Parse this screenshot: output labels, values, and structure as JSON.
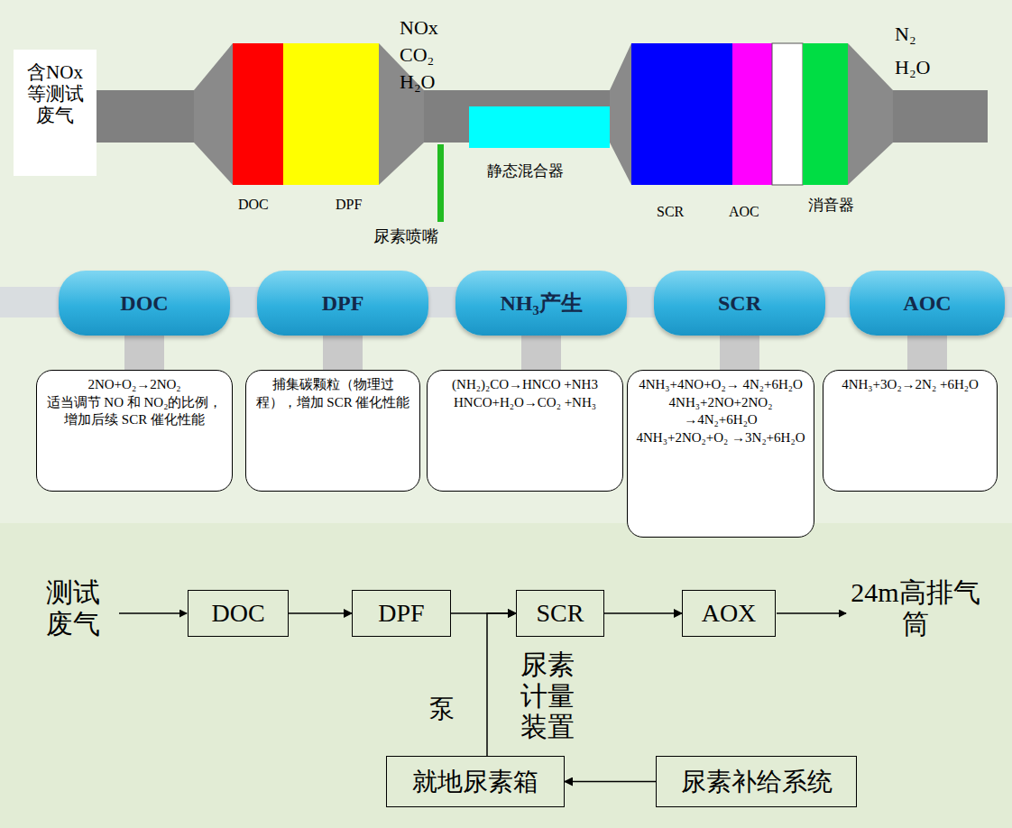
{
  "diagram": {
    "nodes": [
      {
        "text": [
          "DOC"
        ]
      },
      {
        "text": [
          "DPF"
        ]
      },
      {
        "text": [
          "NH₃产生"
        ]
      },
      {
        "text": [
          "SCR"
        ]
      },
      {
        "text": [
          "AOC"
        ]
      },
      {
        "text": [
          "2NO+O₂→2NO₂",
          "适当调节 NO 和 NO₂的比例，增加后续 SCR 催化性能"
        ]
      },
      {
        "text": [
          "捕集碳颗粒（物理过程），增加 SCR 催化性能"
        ]
      },
      {
        "text": [
          "(NH₂)₂CO→HNCO +NH3",
          "HNCO+H₂O→CO₂ +NH₃"
        ]
      },
      {
        "text": [
          "4NH₃+4NO+O₂→ 4N₂+6H₂O",
          "4NH₃+2NO+2NO₂ →4N₂+6H₂O",
          "4NH₃+2NO₂+O₂ →3N₂+6H₂O"
        ]
      },
      {
        "text": [
          "4NH₃+3O₂→2N₂ +6H₂O"
        ]
      },
      {
        "text": [
          "DOC"
        ]
      },
      {
        "text": [
          "DPF"
        ]
      },
      {
        "text": [
          "SCR"
        ]
      },
      {
        "text": [
          "AOX"
        ]
      },
      {
        "text": [
          "就地尿素箱"
        ]
      },
      {
        "text": [
          "尿素补给系统"
        ]
      }
    ],
    "edges": [
      {
        "from": 0,
        "to": 5,
        "arrow": "none"
      },
      {
        "from": 1,
        "to": 6,
        "arrow": "none"
      },
      {
        "from": 2,
        "to": 7,
        "arrow": "none"
      },
      {
        "from": 3,
        "to": 8,
        "arrow": "none"
      },
      {
        "from": 4,
        "to": 9,
        "arrow": "none"
      },
      {
        "from": 10,
        "to": 11,
        "arrow": "to"
      },
      {
        "from": 11,
        "to": 12,
        "arrow": "to"
      },
      {
        "from": 12,
        "to": 13,
        "arrow": "to"
      },
      {
        "from": 15,
        "to": 14,
        "arrow": "to"
      },
      {
        "from": 14,
        "to": 12,
        "arrow": "to"
      }
    ],
    "labels": [
      "含NOx等测试废气",
      "NOx",
      "CO₂",
      "H₂O",
      "DOC",
      "DPF",
      "尿素喷嘴",
      "静态混合器",
      "SCR",
      "AOC",
      "消音器",
      "N₂",
      "H₂O",
      "测试废气",
      "尿素计量装置",
      "泵",
      "24m高排气筒"
    ]
  }
}
